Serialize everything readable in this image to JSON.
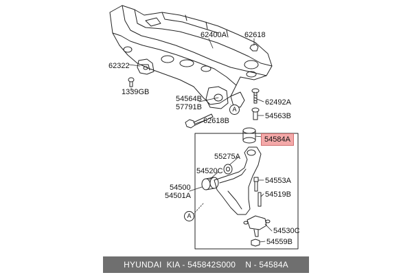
{
  "parts": {
    "p62400A": "62400A",
    "p62618_top": "62618",
    "p62322": "62322",
    "p1339GB": "1339GB",
    "p54564B": "54564B",
    "p57791B": "57791B",
    "p62492A": "62492A",
    "p54563B": "54563B",
    "p62618B": "62618B",
    "p54584A": "54584A",
    "p55275A": "55275A",
    "p54520C": "54520C",
    "p54553A": "54553A",
    "p54500": "54500",
    "p54501A": "54501A",
    "p54519B": "54519B",
    "p54530C": "54530C",
    "p54559B": "54559B"
  },
  "callouts": {
    "a1": "A",
    "a2": "A"
  },
  "footer": {
    "brand": "HYUNDAI  KIA - 545842S000",
    "number": "N - 54584A"
  },
  "colors": {
    "highlight": "#f4a9a9",
    "footer_bg": "#6f6f6f",
    "line": "#222222"
  }
}
